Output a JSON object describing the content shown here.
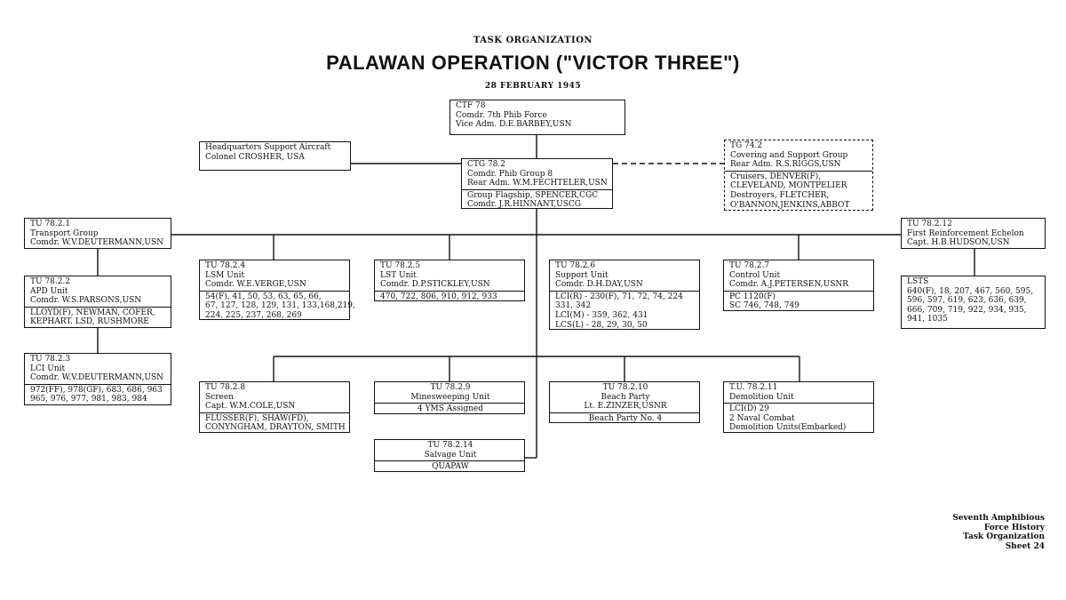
{
  "header": {
    "supertitle": "TASK ORGANIZATION",
    "title": "PALAWAN OPERATION (\"VICTOR THREE\")",
    "date": "28 FEBRUARY 1945"
  },
  "boxes": [
    {
      "id": "ctf78",
      "sections": [
        [
          "CTF 78",
          "Comdr. 7th Phib Force",
          "Vice Adm. D.E.BARBEY,USN"
        ]
      ]
    },
    {
      "id": "hq-air",
      "sections": [
        [
          "Headquarters Support Aircraft",
          "Colonel CROSHER, USA"
        ]
      ]
    },
    {
      "id": "ctg782",
      "sections": [
        [
          "CTG 78.2",
          "Comdr. Phib Group 8",
          "Rear Adm. W.M.FECHTELER,USN"
        ],
        [
          "Group Flagship, SPENCER,CGC",
          "Comdr. J.R.HINNANT,USCG"
        ]
      ]
    },
    {
      "id": "tg742",
      "sections": [
        [
          "TG 74.2",
          "Covering and Support Group",
          "Rear Adm. R.S.RIGGS,USN"
        ],
        [
          "Cruisers, DENVER(F),",
          "CLEVELAND, MONTPELIER",
          "Destroyers, FLETCHER,",
          "O'BANNON,JENKINS,ABBOT"
        ]
      ]
    },
    {
      "id": "tu7821",
      "sections": [
        [
          "TU 78.2.1",
          "Transport Group",
          "Comdr. W.V.DEUTERMANN,USN"
        ]
      ]
    },
    {
      "id": "tu78212",
      "sections": [
        [
          "TU 78.2.12",
          "First Reinforcement Echelon",
          "Capt. H.B.HUDSON,USN"
        ]
      ]
    },
    {
      "id": "tu7822",
      "sections": [
        [
          "TU 78.2.2",
          "APD Unit",
          "Comdr. W.S.PARSONS,USN"
        ],
        [
          "LLOYD(F), NEWMAN, COFER,",
          "KEPHART. LSD, RUSHMORE"
        ]
      ]
    },
    {
      "id": "tu7823",
      "sections": [
        [
          "TU 78.2.3",
          "LCI Unit",
          "Comdr. W.V.DEUTERMANN,USN"
        ],
        [
          "972(FF), 978(GF), 683, 686, 963",
          "965, 976, 977, 981, 983, 984"
        ]
      ]
    },
    {
      "id": "tu7824",
      "sections": [
        [
          "TU 78.2.4",
          "LSM Unit",
          "Comdr. W.E.VERGE,USN"
        ],
        [
          "54(F), 41, 50, 53, 63, 65, 66,",
          "67, 127, 128, 129, 131, 133,168,219,",
          "224, 225, 237, 268, 269"
        ]
      ]
    },
    {
      "id": "tu7825",
      "sections": [
        [
          "TU 78.2.5",
          "LST Unit",
          "Comdr. D.P.STICKLEY,USN"
        ],
        [
          "470, 722, 806, 910, 912, 933"
        ]
      ]
    },
    {
      "id": "tu7826",
      "sections": [
        [
          "TU 78.2.6",
          "Support Unit",
          "Comdr. D.H.DAY,USN"
        ],
        [
          "LCI(R) - 230(F), 71, 72, 74, 224",
          "331, 342",
          "LCI(M) - 359, 362, 431",
          "LCS(L) - 28, 29, 30, 50"
        ]
      ]
    },
    {
      "id": "tu7827",
      "sections": [
        [
          "TU 78.2.7",
          "Control Unit",
          "Comdr. A.J.PETERSEN,USNR"
        ],
        [
          "PC 1120(F)",
          "SC 746, 748, 749"
        ]
      ]
    },
    {
      "id": "lsts",
      "sections": [
        [
          "LSTS",
          "640(F), 18, 207, 467, 560, 595,",
          "596, 597, 619, 623, 636, 639,",
          "666, 709, 719, 922, 934, 935,",
          "941, 1035"
        ]
      ]
    },
    {
      "id": "tu7828",
      "sections": [
        [
          "TU 78.2.8",
          "Screen",
          "Capt. W.M.COLE,USN"
        ],
        [
          "FLUSSER(F), SHAW(FD),",
          "CONYNGHAM, DRAYTON, SMITH"
        ]
      ]
    },
    {
      "id": "tu7829",
      "sections": [
        [
          "TU  78.2.9",
          "Minesweeping Unit"
        ],
        [
          "4  YMS  Assigned"
        ]
      ]
    },
    {
      "id": "tu78210",
      "sections": [
        [
          "TU  78.2.10",
          "Beach Party",
          "Lt. E.ZINZER,USNR"
        ],
        [
          "Beach Party No. 4"
        ]
      ]
    },
    {
      "id": "tu78211",
      "sections": [
        [
          "T.U. 78.2.11",
          "Demolition Unit"
        ],
        [
          "LCI(D) 29",
          "2 Naval Combat",
          "Demolition Units(Embarked)"
        ]
      ]
    },
    {
      "id": "tu78214",
      "sections": [
        [
          "TU 78.2.14",
          "Salvage Unit"
        ],
        [
          "QUAPAW"
        ]
      ]
    }
  ],
  "footer": [
    "Seventh Amphibious",
    "Force History",
    "Task Organization",
    "Sheet 24"
  ]
}
